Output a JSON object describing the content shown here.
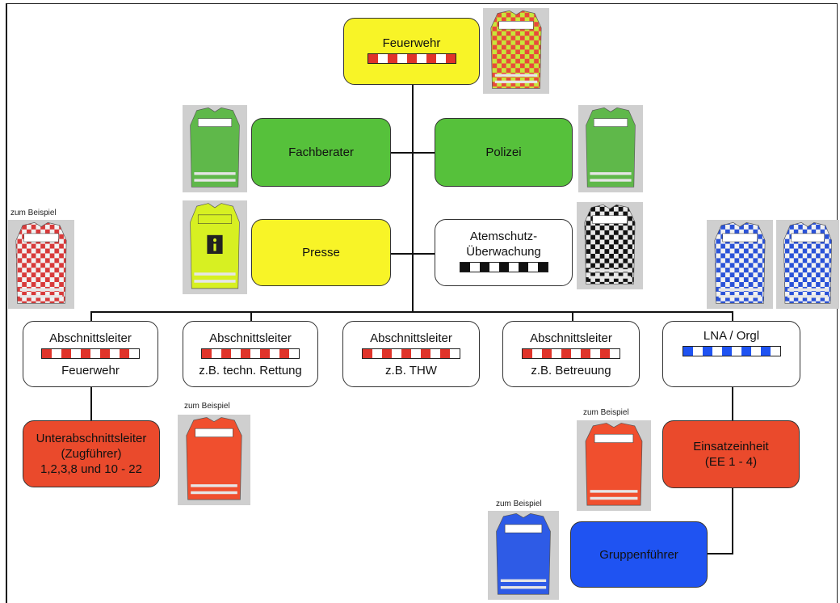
{
  "top": {
    "label": "Feuerwehr"
  },
  "fachberater": {
    "label": "Fachberater"
  },
  "polizei": {
    "label": "Polizei"
  },
  "presse": {
    "label": "Presse"
  },
  "atemschutz": {
    "line1": "Atemschutz-",
    "line2": "Überwachung"
  },
  "sections": [
    {
      "title": "Abschnittsleiter",
      "sub": "Feuerwehr"
    },
    {
      "title": "Abschnittsleiter",
      "sub": "z.B. techn. Rettung"
    },
    {
      "title": "Abschnittsleiter",
      "sub": "z.B. THW"
    },
    {
      "title": "Abschnittsleiter",
      "sub": "z.B. Betreuung"
    },
    {
      "title": "LNA / Orgl",
      "sub": ""
    }
  ],
  "unterabschnitt": {
    "line1": "Unterabschnittsleiter",
    "line2": "(Zugführer)",
    "line3": "1,2,3,8 und 10 - 22"
  },
  "einsatzeinheit": {
    "line1": "Einsatzeinheit",
    "line2": "(EE 1 - 4)"
  },
  "gruppenfuehrer": {
    "label": "Gruppenführer"
  },
  "captions": {
    "example": "zum Beispiel"
  },
  "colors": {
    "red_box": "#ea4a2c",
    "blue_box": "#1f53f2",
    "yellow_box": "#f8f427",
    "green_box": "#56c13b",
    "stripe_red": "#e0342a",
    "stripe_blue": "#1f53f2",
    "stripe_black": "#111111"
  }
}
